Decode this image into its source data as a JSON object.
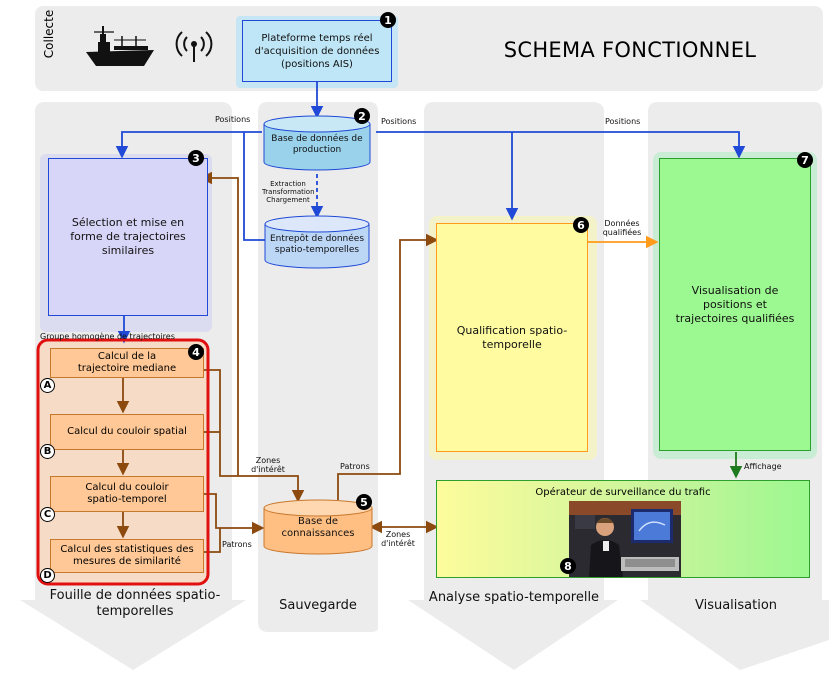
{
  "header": {
    "collecte_label": "Collecte",
    "title": "SCHEMA FONCTIONNEL",
    "acquisition_box": "Plateforme temps réel d'acquisition de données (positions AIS)",
    "ship_icon": "cargo-ship-icon",
    "antenna_icon": "broadcast-antenna-icon"
  },
  "nodes": {
    "db_production": "Base de données de production",
    "etl_label": "Extraction Transformation Chargement",
    "warehouse": "Entrepôt de données spatio-temporelles",
    "selection": "Sélection et mise en forme de trajectoires similaires",
    "knowledge_base": "Base de connaissances",
    "qualification": "Qualification spatio-temporelle",
    "visualisation": "Visualisation de positions et trajectoires qualifiées",
    "operator": "Opérateur de surveillance du trafic"
  },
  "steps": [
    {
      "letter": "A",
      "label": "Calcul de la trajectoire mediane"
    },
    {
      "letter": "B",
      "label": "Calcul du couloir spatial"
    },
    {
      "letter": "C",
      "label": "Calcul du couloir spatio-temporel"
    },
    {
      "letter": "D",
      "label": "Calcul des statistiques des mesures de similarité"
    }
  ],
  "badges": [
    "1",
    "2",
    "3",
    "4",
    "5",
    "6",
    "7",
    "8"
  ],
  "edge_labels": {
    "positions": "Positions",
    "groupe": "Groupe homogène de trajectoires",
    "zones_interet": "Zones d'intérêt",
    "patrons": "Patrons",
    "donnees_qualifiees": "Données qualifiées",
    "affichage": "Affichage"
  },
  "sections": {
    "fouille": "Fouille de données spatio-temporelles",
    "sauvegarde": "Sauvegarde",
    "analyse": "Analyse spatio-temporelle",
    "visualisation": "Visualisation"
  },
  "colors": {
    "blue_arrow": "#1f49d6",
    "brown_arrow": "#8c4a0f",
    "orange_arrow": "#ff9a1a",
    "green_arrow": "#1f7a1f",
    "column_grey": "#ececec"
  }
}
